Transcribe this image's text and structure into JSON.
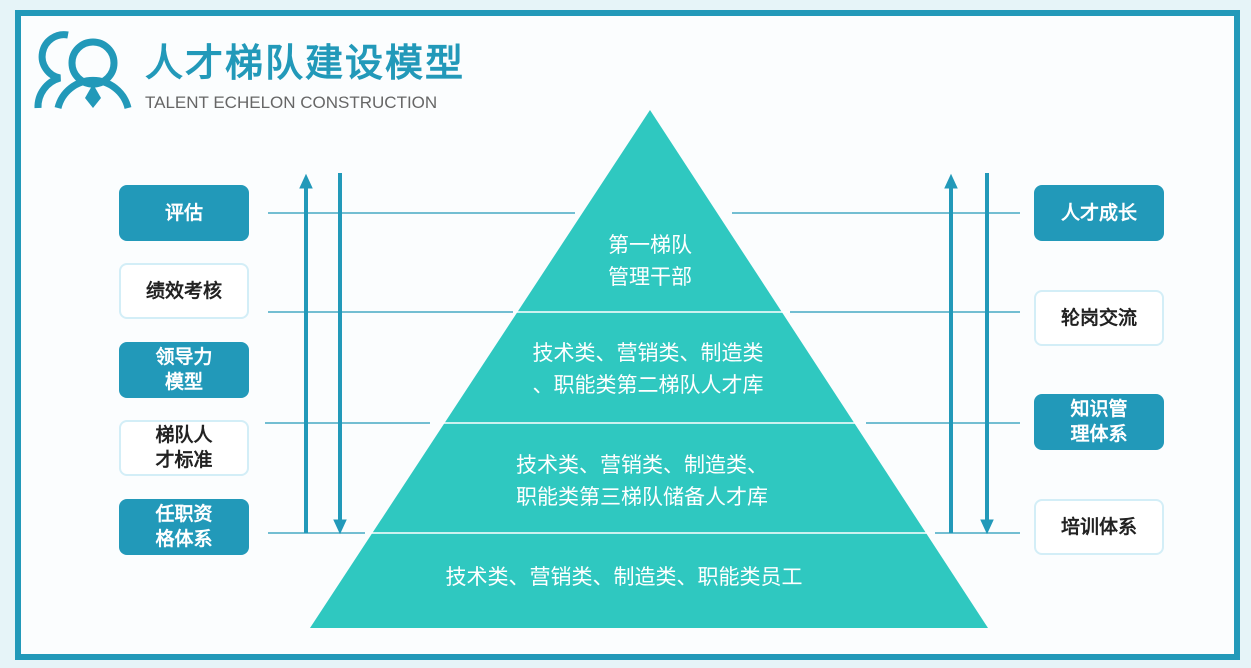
{
  "header": {
    "title": "人才梯队建设模型",
    "subtitle": "TALENT ECHELON CONSTRUCTION"
  },
  "left_boxes": [
    {
      "label": "评估"
    },
    {
      "label": "绩效考核"
    },
    {
      "label": "领导力\n模型"
    },
    {
      "label": "梯队人\n才标准"
    },
    {
      "label": "任职资\n格体系"
    }
  ],
  "right_boxes": [
    {
      "label": "人才成长"
    },
    {
      "label": "轮岗交流"
    },
    {
      "label": "知识管\n理体系"
    },
    {
      "label": "培训体系"
    }
  ],
  "pyramid": [
    {
      "line1": "第一梯队",
      "line2": "管理干部"
    },
    {
      "line1": "技术类、营销类、制造类",
      "line2": "、职能类第二梯队人才库"
    },
    {
      "line1": "技术类、营销类、制造类、",
      "line2": "职能类第三梯队储备人才库"
    },
    {
      "line1": "技术类、营销类、制造类、职能类员工",
      "line2": ""
    }
  ],
  "colors": {
    "accent": "#2299b9",
    "pyramid": "#2fc8c0"
  }
}
